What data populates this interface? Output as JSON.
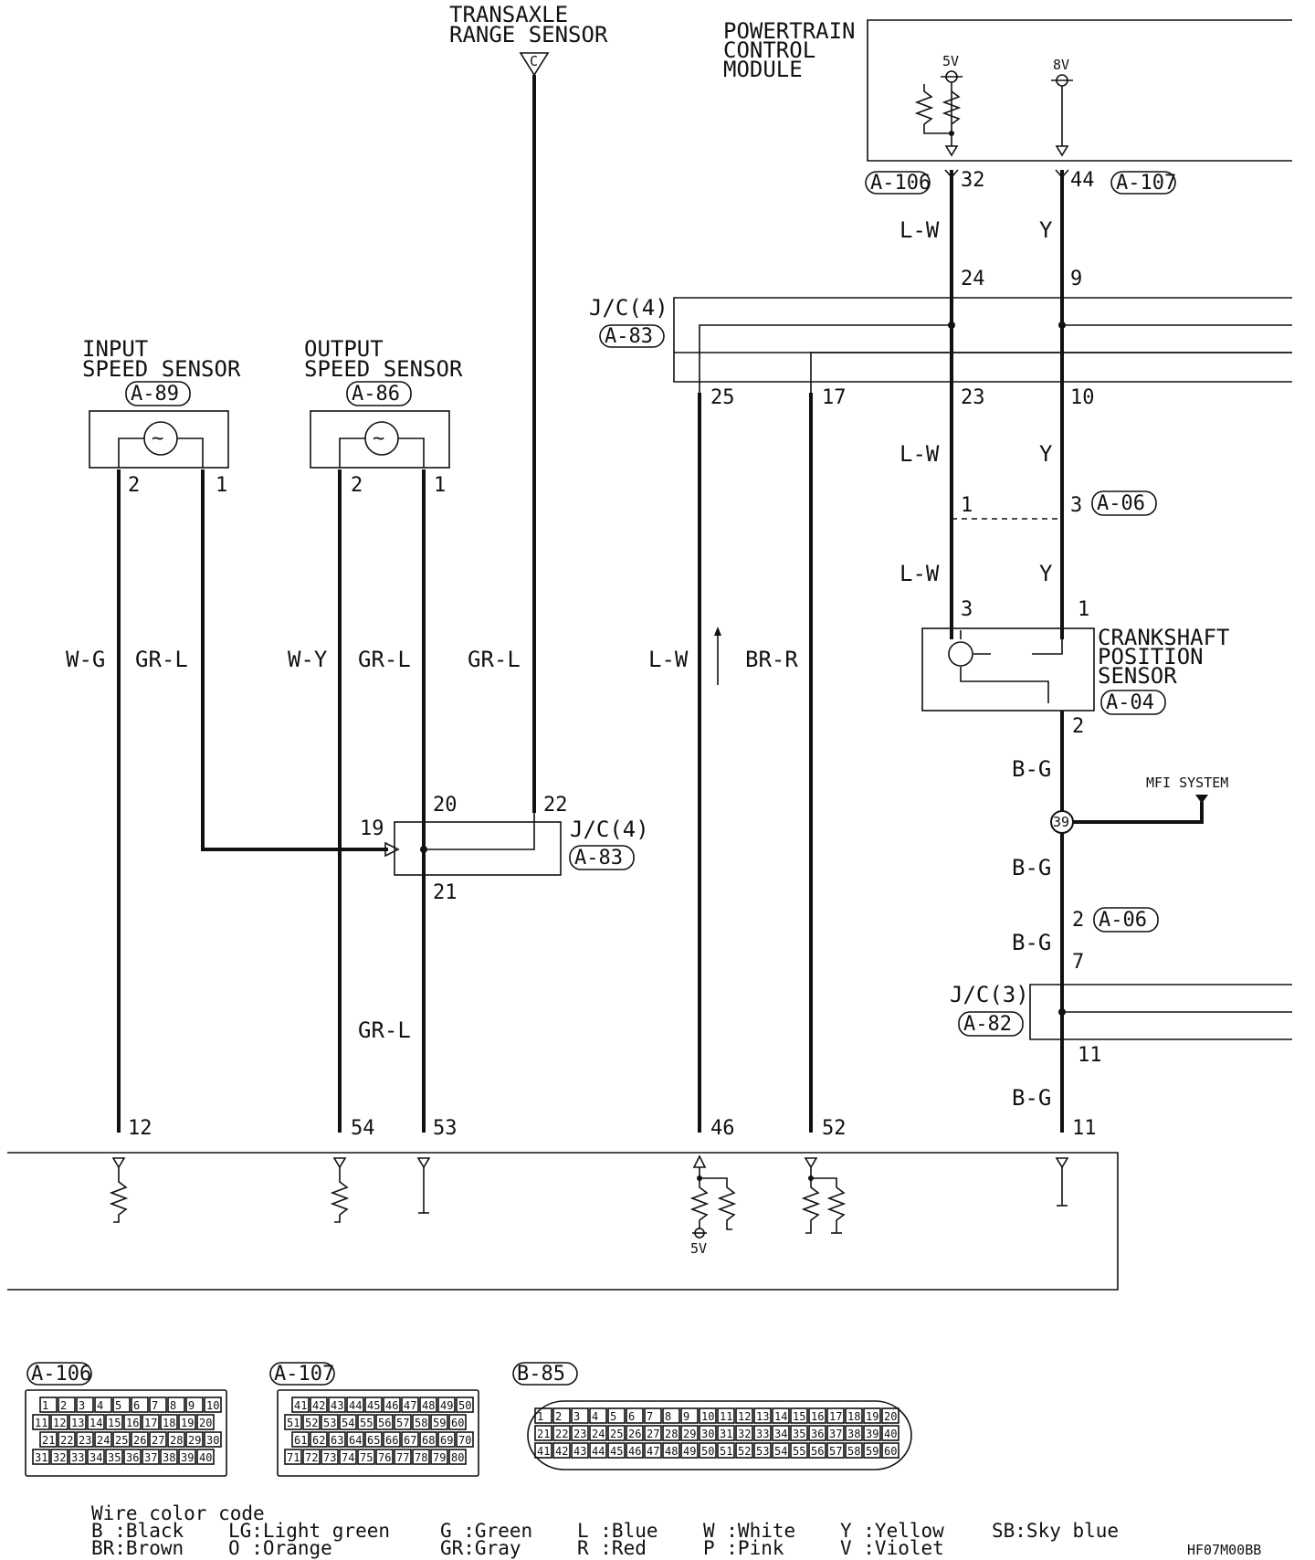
{
  "components": {
    "transaxle_range_sensor": "TRANSAXLE\nRANGE SENSOR",
    "transaxle_connector": "C",
    "pcm": "POWERTRAIN\nCONTROL\nMODULE",
    "pcm_v1": "5V",
    "pcm_v2": "8V",
    "input_speed_sensor": "INPUT\nSPEED SENSOR",
    "input_speed_conn": "A-89",
    "output_speed_sensor": "OUTPUT\nSPEED SENSOR",
    "output_speed_conn": "A-86",
    "crankshaft_sensor": "CRANKSHAFT\nPOSITION\nSENSOR",
    "crankshaft_conn": "A-04",
    "mfi": "MFI SYSTEM",
    "splice_39": "39",
    "bottom_5v": "5V"
  },
  "junctions": {
    "jc4_top": "J/C(4)",
    "jc4_top_conn": "A-83",
    "jc4_mid": "J/C(4)",
    "jc4_mid_conn": "A-83",
    "jc3": "J/C(3)",
    "jc3_conn": "A-82"
  },
  "connectors": {
    "a106": "A-106",
    "a107": "A-107",
    "a06_upper": "A-06",
    "a06_lower": "A-06"
  },
  "pins": {
    "p32": "32",
    "p44": "44",
    "p24": "24",
    "p9": "9",
    "p25": "25",
    "p17": "17",
    "p23": "23",
    "p10": "10",
    "p1_a06": "1",
    "p3_a06": "3",
    "p3_cks": "3",
    "p1_cks": "1",
    "p2_cks": "2",
    "p2_in": "2",
    "p1_in": "1",
    "p2_out": "2",
    "p1_out": "1",
    "p20": "20",
    "p22": "22",
    "p19": "19",
    "p21": "21",
    "p2_a06b": "2",
    "p7": "7",
    "p11_jc3": "11",
    "b12": "12",
    "b54": "54",
    "b53": "53",
    "b46": "46",
    "b52": "52",
    "b11": "11"
  },
  "wires": {
    "lw1": "L-W",
    "y1": "Y",
    "lw2": "L-W",
    "y2": "Y",
    "lw3": "L-W",
    "y3": "Y",
    "wg": "W-G",
    "grl1": "GR-L",
    "wy": "W-Y",
    "grl2": "GR-L",
    "grl3": "GR-L",
    "lw4": "L-W",
    "brr": "BR-R",
    "bg1": "B-G",
    "bg2": "B-G",
    "bg3": "B-G",
    "bg4": "B-G",
    "grl4": "GR-L"
  },
  "connector_faces": {
    "a106": {
      "label": "A-106",
      "rows": [
        [
          "1",
          "2",
          "3",
          "4",
          "5",
          "6",
          "7",
          "8",
          "9",
          "10"
        ],
        [
          "11",
          "12",
          "13",
          "14",
          "15",
          "16",
          "17",
          "18",
          "19",
          "20"
        ],
        [
          "21",
          "22",
          "23",
          "24",
          "25",
          "26",
          "27",
          "28",
          "29",
          "30"
        ],
        [
          "31",
          "32",
          "33",
          "34",
          "35",
          "36",
          "37",
          "38",
          "39",
          "40"
        ]
      ]
    },
    "a107": {
      "label": "A-107",
      "rows": [
        [
          "41",
          "42",
          "43",
          "44",
          "45",
          "46",
          "47",
          "48",
          "49",
          "50"
        ],
        [
          "51",
          "52",
          "53",
          "54",
          "55",
          "56",
          "57",
          "58",
          "59",
          "60"
        ],
        [
          "61",
          "62",
          "63",
          "64",
          "65",
          "66",
          "67",
          "68",
          "69",
          "70"
        ],
        [
          "71",
          "72",
          "73",
          "74",
          "75",
          "76",
          "77",
          "78",
          "79",
          "80"
        ]
      ]
    },
    "b85": {
      "label": "B-85",
      "rows": [
        [
          "1",
          "2",
          "3",
          "4",
          "5",
          "6",
          "7",
          "8",
          "9",
          "10",
          "11",
          "12",
          "13",
          "14",
          "15",
          "16",
          "17",
          "18",
          "19",
          "20"
        ],
        [
          "21",
          "22",
          "23",
          "24",
          "25",
          "26",
          "27",
          "28",
          "29",
          "30",
          "31",
          "32",
          "33",
          "34",
          "35",
          "36",
          "37",
          "38",
          "39",
          "40"
        ],
        [
          "41",
          "42",
          "43",
          "44",
          "45",
          "46",
          "47",
          "48",
          "49",
          "50",
          "51",
          "52",
          "53",
          "54",
          "55",
          "56",
          "57",
          "58",
          "59",
          "60"
        ]
      ]
    }
  },
  "legend": {
    "title": "Wire color code",
    "items": [
      "B :Black",
      "BR:Brown",
      "LG:Light green",
      "O :Orange",
      "G :Green",
      "GR:Gray",
      "L :Blue",
      "R :Red",
      "W :White",
      "P :Pink",
      "Y :Yellow",
      "V :Violet",
      "SB:Sky blue"
    ],
    "code": "HF07M00BB"
  }
}
